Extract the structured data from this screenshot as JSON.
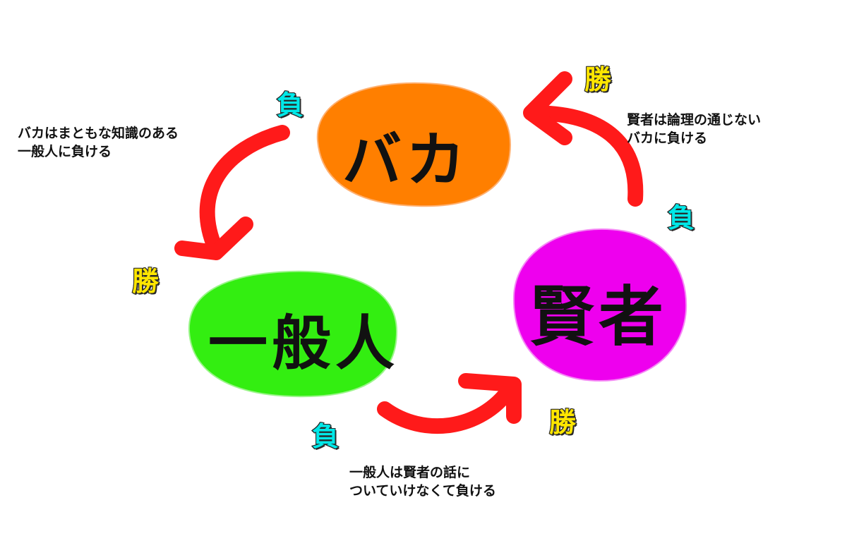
{
  "colors": {
    "win": "#ffe600",
    "lose": "#00e8e8",
    "arrow": "#ff1a1a",
    "baka": "#ff7f00",
    "ippan": "#33ee11",
    "kenja": "#ee00ee"
  },
  "nodes": {
    "baka": "バカ",
    "ippan": "一般人",
    "kenja": "賢者"
  },
  "marks": {
    "win": "勝",
    "lose": "負"
  },
  "notes": {
    "baka_vs_ippan": [
      "バカはまともな知識のある",
      "一般人に負ける"
    ],
    "kenja_vs_baka": [
      "賢者は論理の通じない",
      "バカに負ける"
    ],
    "ippan_vs_kenja": [
      "一般人は賢者の話に",
      "ついていけなくて負ける"
    ]
  }
}
